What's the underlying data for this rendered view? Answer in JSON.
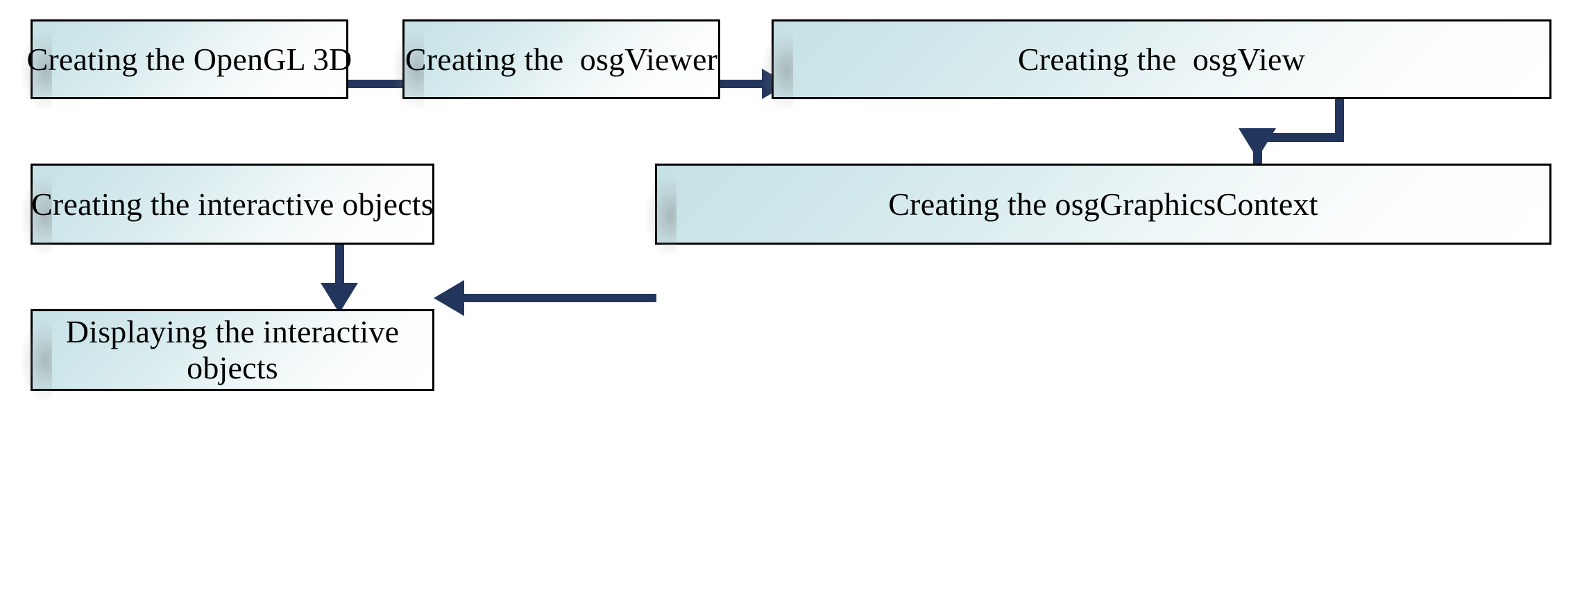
{
  "diagram": {
    "title": "OpenGL 3D interactive object creation flow",
    "accent_color": "#22355c",
    "box_fill_top": "#c6e2e7",
    "box_fill_bottom": "#ffffff",
    "box_border_color": "#000000",
    "background": "#ffffff",
    "nodes": [
      {
        "id": "opengl3d",
        "label": "Creating the OpenGL 3D"
      },
      {
        "id": "osgviewer",
        "label": "Creating the  osgViewer"
      },
      {
        "id": "osgview",
        "label": "Creating the  osgView"
      },
      {
        "id": "osggraphicscontext",
        "label": "Creating the osgGraphicsContext"
      },
      {
        "id": "interactiveobjects",
        "label": "Creating the interactive objects"
      },
      {
        "id": "displayobjects",
        "label": "Displaying the interactive objects"
      }
    ],
    "edges": [
      {
        "id": "e1",
        "from": "opengl3d",
        "to": "osgviewer",
        "direction": "right"
      },
      {
        "id": "e2",
        "from": "osgviewer",
        "to": "osgview",
        "direction": "right"
      },
      {
        "id": "e3",
        "from": "osgview",
        "to": "osggraphicscontext",
        "direction": "down"
      },
      {
        "id": "e4",
        "from": "osggraphicscontext",
        "to": "interactiveobjects",
        "direction": "left"
      },
      {
        "id": "e5",
        "from": "interactiveobjects",
        "to": "displayobjects",
        "direction": "down"
      }
    ]
  }
}
